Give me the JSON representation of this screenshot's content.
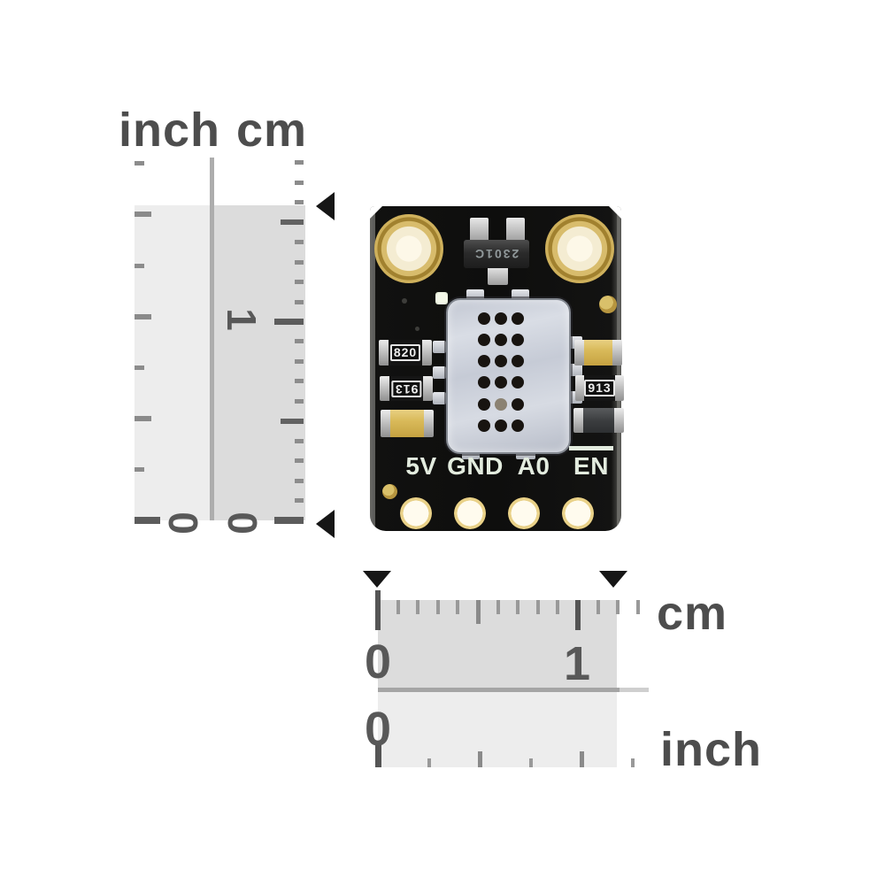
{
  "header": {
    "inch": "inch",
    "cm": "cm"
  },
  "vertical_ruler": {
    "left_unit": "inch",
    "right_unit": "cm",
    "cm_one": "1",
    "cm_zero": "0",
    "inch_zero": "0"
  },
  "horizontal_ruler": {
    "cm_unit": "cm",
    "inch_unit": "inch",
    "cm_zero": "0",
    "cm_one": "1",
    "inch_zero": "0"
  },
  "board": {
    "chip_marking": "2301C",
    "resistor_left_top": "820",
    "resistor_left_middle": "913",
    "resistor_right_middle": "913",
    "pins": [
      {
        "label": "5V",
        "overline": false
      },
      {
        "label": "GND",
        "overline": false
      },
      {
        "label": "A0",
        "overline": false
      },
      {
        "label": "EN",
        "overline": true
      }
    ]
  },
  "colors": {
    "pcb": "#111110",
    "gold": "#c9a851",
    "sensor_silver": "#ccd1db",
    "silkscreen": "#e3ecdf",
    "capacitor_yellow": "#d9ba5a",
    "band_inch": "#ededed",
    "band_cm": "#dcdcdc",
    "tick_dark": "#5c5c5c",
    "tick_light": "#8c8c8c",
    "arrow": "#161616"
  }
}
